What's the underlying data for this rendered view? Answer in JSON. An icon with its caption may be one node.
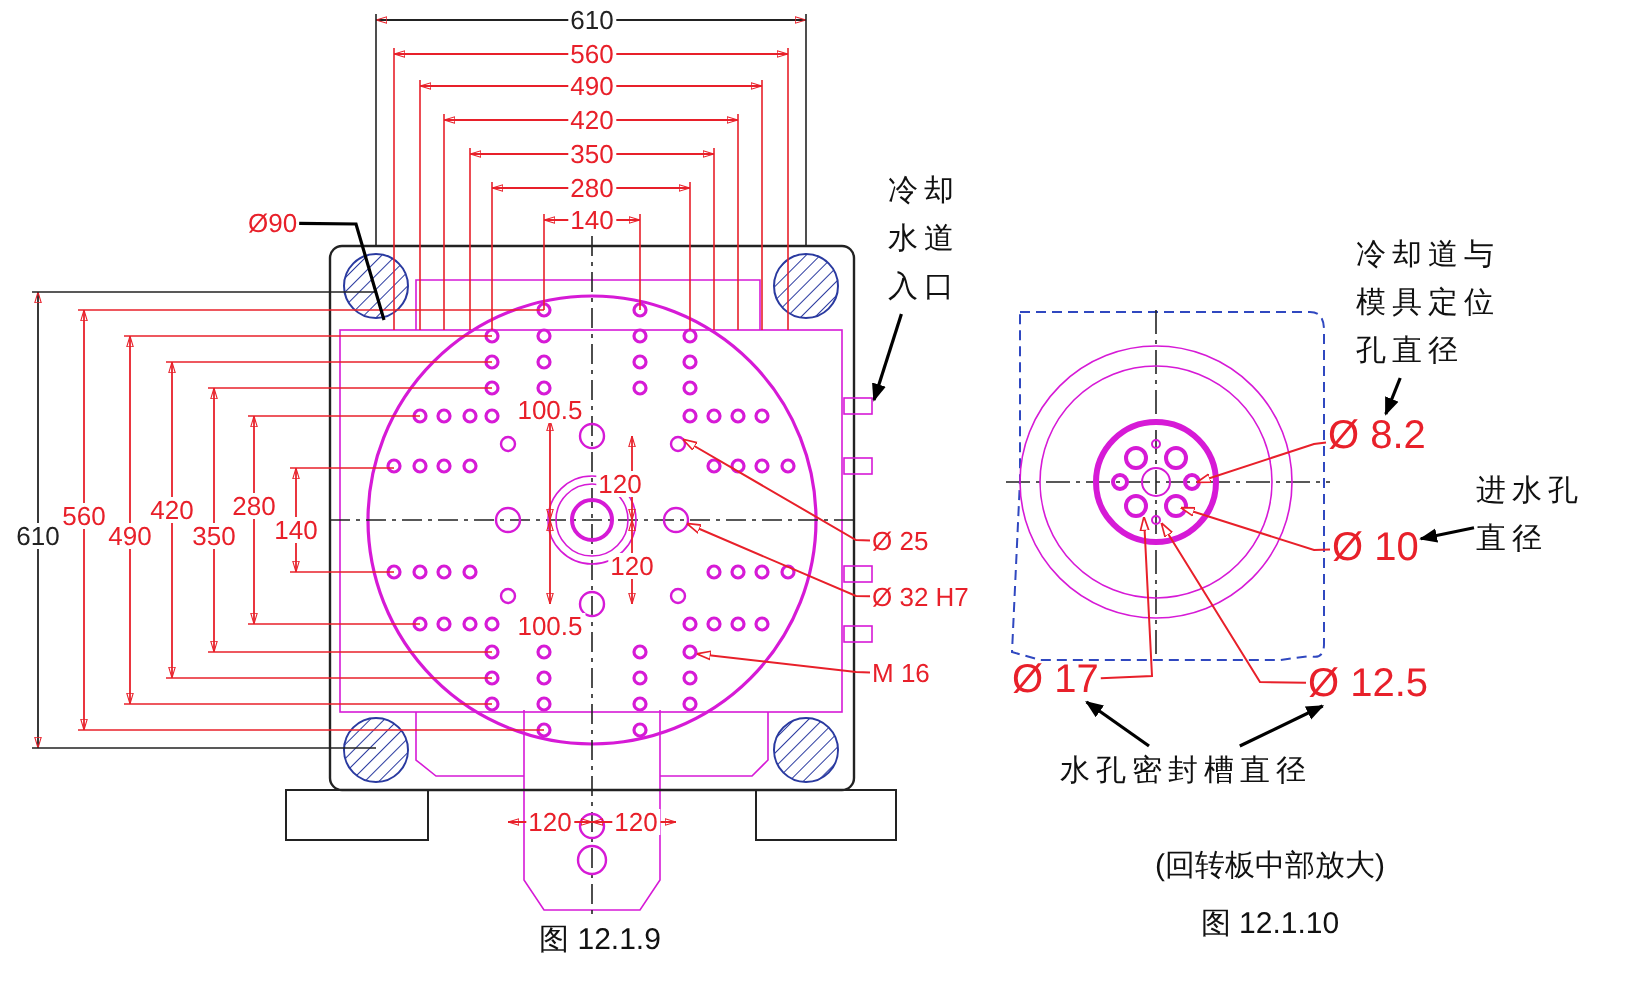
{
  "diagram": {
    "nodes": [
      {
        "text": [
          "Ø90"
        ]
      },
      {
        "text": [
          "冷却水道入口"
        ]
      },
      {
        "text": [
          "Ø 25"
        ]
      },
      {
        "text": [
          "Ø 32 H7"
        ]
      },
      {
        "text": [
          "M 16"
        ]
      },
      {
        "text": [
          "冷却道与模具定位孔直径"
        ]
      },
      {
        "text": [
          "Ø 8.2"
        ]
      },
      {
        "text": [
          "进水孔直径"
        ]
      },
      {
        "text": [
          "Ø 10"
        ]
      },
      {
        "text": [
          "Ø 17"
        ]
      },
      {
        "text": [
          "Ø 12.5"
        ]
      },
      {
        "text": [
          "水孔密封槽直径"
        ]
      }
    ],
    "edges": [
      {
        "from": 0,
        "to": null,
        "arrow": "none",
        "color": "#000000"
      },
      {
        "from": 1,
        "to": null,
        "arrow": "to",
        "color": "#000000"
      },
      {
        "from": 2,
        "to": null,
        "arrow": "to"
      },
      {
        "from": 3,
        "to": null,
        "arrow": "to"
      },
      {
        "from": 4,
        "to": null,
        "arrow": "to"
      },
      {
        "from": 5,
        "to": 6,
        "arrow": "to",
        "color": "#000000"
      },
      {
        "from": 6,
        "to": null,
        "arrow": "to"
      },
      {
        "from": 7,
        "to": 8,
        "arrow": "to",
        "color": "#000000"
      },
      {
        "from": 8,
        "to": null,
        "arrow": "to"
      },
      {
        "from": 9,
        "to": null,
        "arrow": "to"
      },
      {
        "from": 10,
        "to": null,
        "arrow": "to"
      },
      {
        "from": 11,
        "to": 9,
        "arrow": "to",
        "color": "#000000"
      },
      {
        "from": 11,
        "to": 10,
        "arrow": "to",
        "color": "#000000"
      }
    ],
    "labels": [
      "610",
      "560",
      "490",
      "420",
      "350",
      "280",
      "140",
      "100.5",
      "120",
      "610",
      "560",
      "490",
      "420",
      "350",
      "280",
      "140",
      "120",
      "100.5",
      "120",
      "120",
      "(回转板中部放大)",
      "图 12.1.9",
      "图 12.1.10"
    ]
  }
}
